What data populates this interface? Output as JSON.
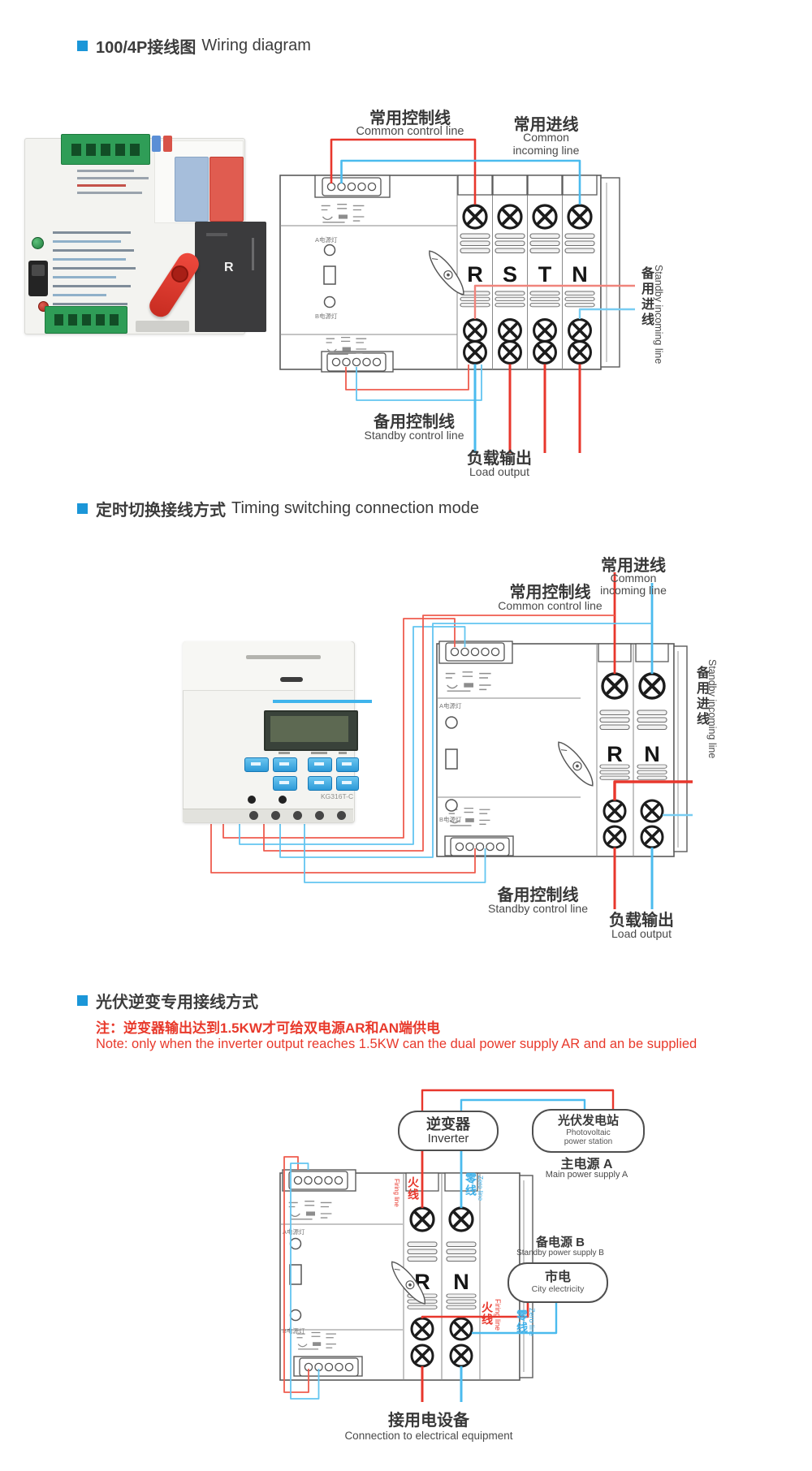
{
  "colors": {
    "bullet_blue": "#1b96d8",
    "wire_red": "#e8372c",
    "wire_blue": "#4bbbee",
    "standby_red": "#f0847c",
    "standby_blue": "#79cdf2",
    "note_red": "#e8392b"
  },
  "sections": {
    "s1_zh": "100/4P接线图",
    "s1_en": "Wiring diagram",
    "s2_zh": "定时切换接线方式",
    "s2_en": "Timing switching connection mode",
    "s3_zh": "光伏逆变专用接线方式",
    "s3_note_zh": "注：逆变器输出达到1.5KW才可给双电源AR和AN端供电",
    "s3_note_en": "Note: only when the inverter output reaches 1.5KW can the dual power supply AR and an be supplied"
  },
  "labels": {
    "common_control_zh": "常用控制线",
    "common_control_en": "Common control line",
    "common_incoming_zh": "常用进线",
    "common_incoming_en1": "Common",
    "common_incoming_en2": "incoming line",
    "standby_incoming_zh": "备用进线",
    "standby_incoming_en": "Standby incoming line",
    "standby_control_zh": "备用控制线",
    "standby_control_en": "Standby control line",
    "load_output_zh": "负载输出",
    "load_output_en": "Load output",
    "a_lamp": "A电源灯",
    "b_lamp": "B电源灯"
  },
  "d1": {
    "poles": [
      "R",
      "S",
      "T",
      "N"
    ],
    "photo_marking": "R"
  },
  "d2": {
    "poles": [
      "R",
      "N"
    ],
    "timer_model": "KG316T-C"
  },
  "d3": {
    "poles": [
      "R",
      "N"
    ],
    "inverter_zh": "逆变器",
    "inverter_en": "Inverter",
    "pv_zh": "光伏发电站",
    "pv_en1": "Photovoltaic",
    "pv_en2": "power station",
    "main_a_zh": "主电源 A",
    "main_a_en": "Main power supply A",
    "standby_b_zh": "备电源 B",
    "standby_b_en": "Standby power supply B",
    "city_zh": "市电",
    "city_en": "City electricity",
    "live_zh": "火线",
    "live_en": "Firing line",
    "neutral_zh": "零线",
    "neutral_en": "Zero line",
    "equip_zh": "接用电设备",
    "equip_en": "Connection to electrical equipment"
  }
}
